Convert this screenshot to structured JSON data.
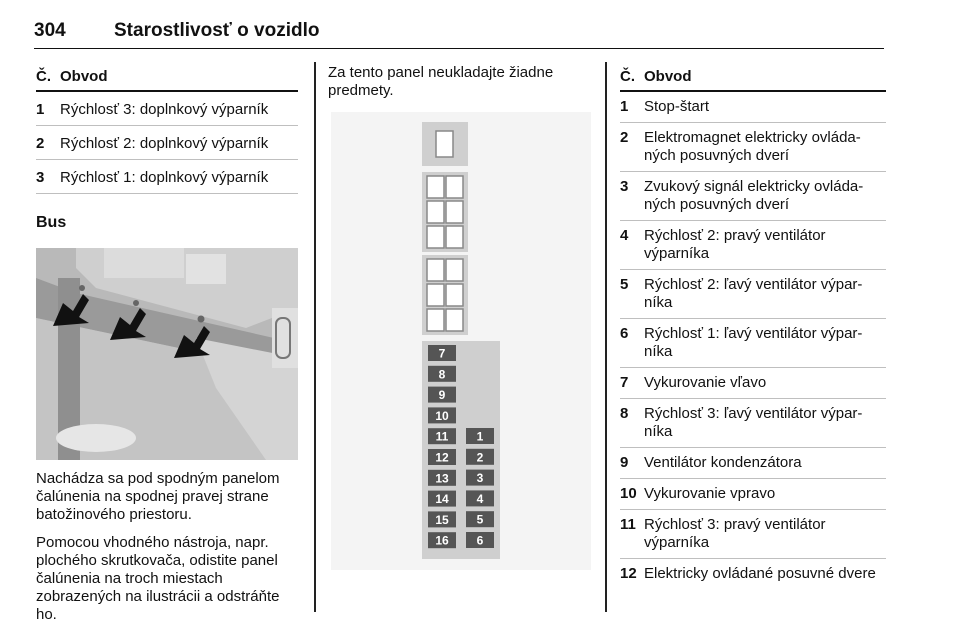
{
  "header": {
    "page_number": "304",
    "title": "Starostlivosť o vozidlo"
  },
  "left_table": {
    "col_num": "Č.",
    "col_circuit": "Obvod",
    "rows": [
      {
        "num": "1",
        "text": "Rýchlosť 3: doplnkový výparník"
      },
      {
        "num": "2",
        "text": "Rýchlosť 2: doplnkový výparník"
      },
      {
        "num": "3",
        "text": "Rýchlosť 1: doplnkový výparník"
      }
    ]
  },
  "bus_heading": "Bus",
  "left_paragraphs": [
    "Nachádza sa pod spodným panelom čalúnenia na spodnej pravej strane batožinového priestoru.",
    "Pomocou vhodného nástroja, napr. plochého skrutkovača, odistite panel čalúnenia na troch miestach zobrazených na ilustrácii a odstráňte ho."
  ],
  "middle_text": "Za tento panel neukladajte žiadne predmety.",
  "fuse_labels_left": [
    "7",
    "8",
    "9",
    "10",
    "11",
    "12",
    "13",
    "14",
    "15",
    "16"
  ],
  "fuse_labels_right": [
    "1",
    "2",
    "3",
    "4",
    "5",
    "6"
  ],
  "right_table": {
    "col_num": "Č.",
    "col_circuit": "Obvod",
    "rows": [
      {
        "num": "1",
        "text": "Stop-štart"
      },
      {
        "num": "2",
        "text": "Elektromagnet elektricky ovláda-ných posuvných dverí"
      },
      {
        "num": "3",
        "text": "Zvukový signál elektricky ovláda-ných posuvných dverí"
      },
      {
        "num": "4",
        "text": "Rýchlosť 2: pravý ventilátor výparníka"
      },
      {
        "num": "5",
        "text": "Rýchlosť 2: ľavý ventilátor výpar-níka"
      },
      {
        "num": "6",
        "text": "Rýchlosť 1: ľavý ventilátor výpar-níka"
      },
      {
        "num": "7",
        "text": "Vykurovanie vľavo"
      },
      {
        "num": "8",
        "text": "Rýchlosť 3: ľavý ventilátor výpar-níka"
      },
      {
        "num": "9",
        "text": "Ventilátor kondenzátora"
      },
      {
        "num": "10",
        "text": "Vykurovanie vpravo"
      },
      {
        "num": "11",
        "text": "Rýchlosť 3: pravý ventilátor výparníka"
      },
      {
        "num": "12",
        "text": "Elektricky ovládané posuvné dvere"
      }
    ]
  }
}
